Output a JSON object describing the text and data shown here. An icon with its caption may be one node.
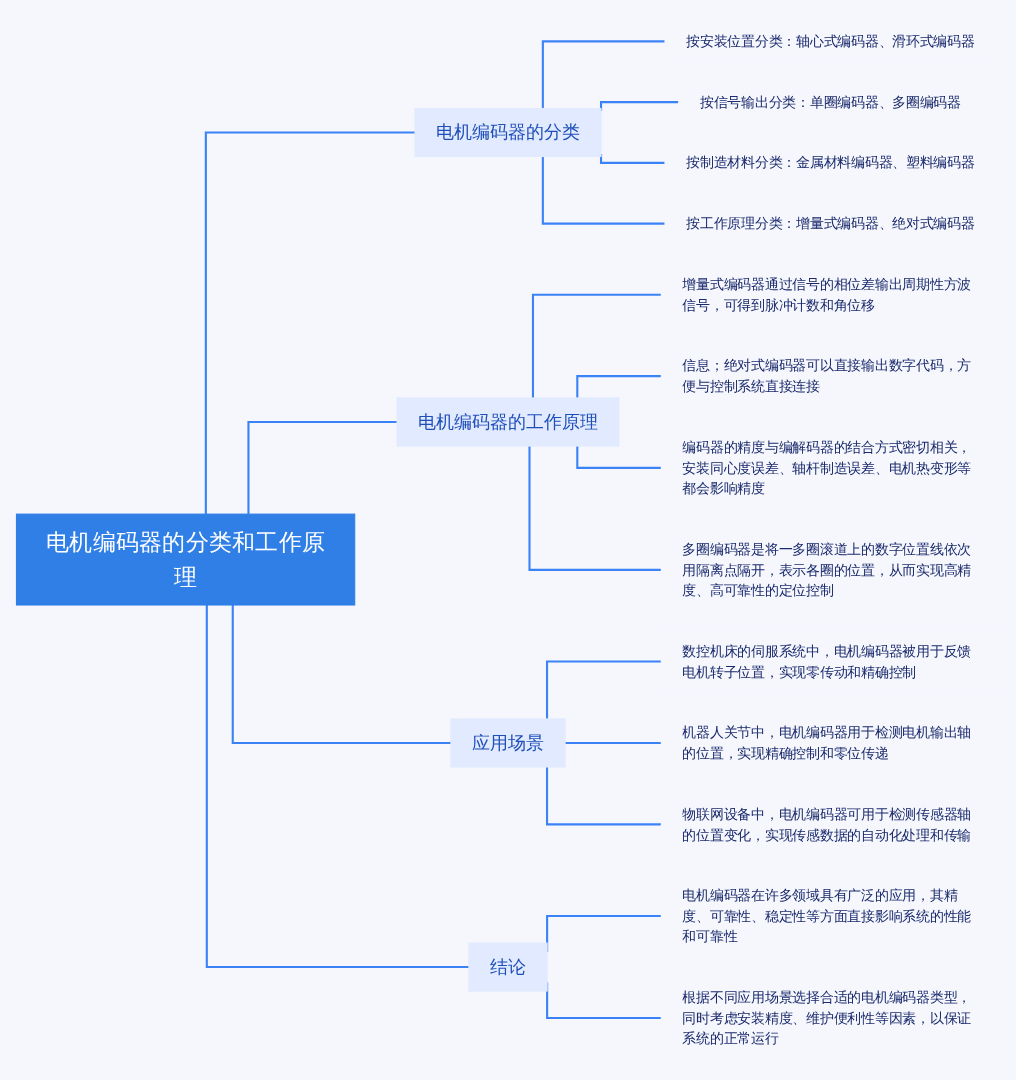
{
  "diagram": {
    "nodes": [
      {
        "text": [
          "电机编码器的分类和工作原理"
        ]
      },
      {
        "text": [
          "电机编码器的分类"
        ]
      },
      {
        "text": [
          "按安装位置分类：轴心式编码器、滑环式编码器"
        ]
      },
      {
        "text": [
          "按信号输出分类：单圈编码器、多圈编码器"
        ]
      },
      {
        "text": [
          "按制造材料分类：金属材料编码器、塑料编码器"
        ]
      },
      {
        "text": [
          "按工作原理分类：增量式编码器、绝对式编码器"
        ]
      },
      {
        "text": [
          "电机编码器的工作原理"
        ]
      },
      {
        "text": [
          "增量式编码器通过信号的相位差输出周期性方波信号，可得到脉冲计数和角位移"
        ]
      },
      {
        "text": [
          "信息；绝对式编码器可以直接输出数字代码，方便与控制系统直接连接"
        ]
      },
      {
        "text": [
          "编码器的精度与编解码器的结合方式密切相关，安装同心度误差、轴杆制造误差、电机热变形等都会影响精度"
        ]
      },
      {
        "text": [
          "多圈编码器是将一多圈滚道上的数字位置线依次用隔离点隔开，表示各圈的位置，从而实现高精度、高可靠性的定位控制"
        ]
      },
      {
        "text": [
          "应用场景"
        ]
      },
      {
        "text": [
          "数控机床的伺服系统中，电机编码器被用于反馈电机转子位置，实现零传动和精确控制"
        ]
      },
      {
        "text": [
          "机器人关节中，电机编码器用于检测电机输出轴的位置，实现精确控制和零位传递"
        ]
      },
      {
        "text": [
          "物联网设备中，电机编码器可用于检测传感器轴的位置变化，实现传感数据的自动化处理和传输"
        ]
      },
      {
        "text": [
          "结论"
        ]
      },
      {
        "text": [
          "电机编码器在许多领域具有广泛的应用，其精度、可靠性、稳定性等方面直接影响系统的性能和可靠性"
        ]
      },
      {
        "text": [
          "根据不同应用场景选择合适的电机编码器类型，同时考虑安装精度、维护便利性等因素，以保证系统的正常运行"
        ]
      }
    ],
    "edges": [
      {
        "from": 0,
        "to": 1,
        "arrow": "none"
      },
      {
        "from": 1,
        "to": 2,
        "arrow": "none"
      },
      {
        "from": 1,
        "to": 3,
        "arrow": "none"
      },
      {
        "from": 1,
        "to": 4,
        "arrow": "none"
      },
      {
        "from": 1,
        "to": 5,
        "arrow": "none"
      },
      {
        "from": 0,
        "to": 6,
        "arrow": "none"
      },
      {
        "from": 6,
        "to": 7,
        "arrow": "none"
      },
      {
        "from": 6,
        "to": 8,
        "arrow": "none"
      },
      {
        "from": 6,
        "to": 9,
        "arrow": "none"
      },
      {
        "from": 6,
        "to": 10,
        "arrow": "none"
      },
      {
        "from": 0,
        "to": 11,
        "arrow": "none"
      },
      {
        "from": 11,
        "to": 12,
        "arrow": "none"
      },
      {
        "from": 11,
        "to": 13,
        "arrow": "none"
      },
      {
        "from": 11,
        "to": 14,
        "arrow": "none"
      },
      {
        "from": 0,
        "to": 15,
        "arrow": "none"
      },
      {
        "from": 15,
        "to": 16,
        "arrow": "none"
      },
      {
        "from": 15,
        "to": 17,
        "arrow": "none"
      }
    ]
  }
}
